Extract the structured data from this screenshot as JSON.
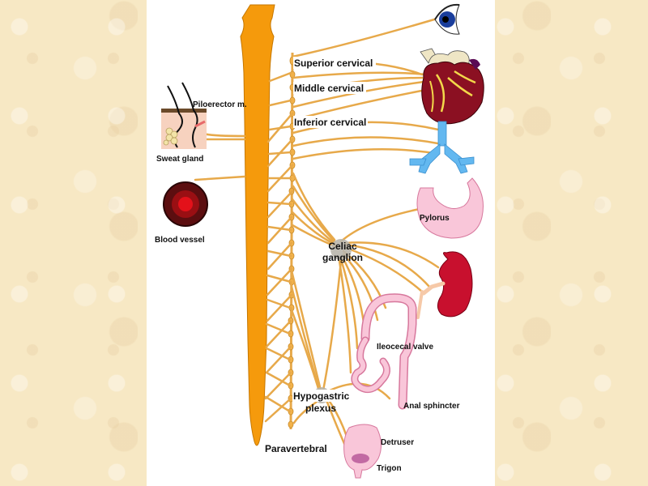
{
  "labels": {
    "superior_cervical": "Superior cervical",
    "middle_cervical": "Middle cervical",
    "inferior_cervical": "Inferior cervical",
    "celiac_line1": "Celiac",
    "celiac_line2": "ganglion",
    "hypogastric_line1": "Hypogastric",
    "hypogastric_line2": "plexus",
    "paravertebral": "Paravertebral",
    "piloerector": "Piloerector m.",
    "sweat_gland": "Sweat gland",
    "blood_vessel": "Blood vessel",
    "pylorus": "Pylorus",
    "ileocecal_valve": "Ileocecal valve",
    "anal_sphincter": "Anal sphincter",
    "detruser": "Detruser",
    "trigon": "Trigon"
  },
  "colors": {
    "nerve": "#f59a0c",
    "nerve_fiber": "#e7a94a",
    "ganglion": "#b9b6ad",
    "heart": "#8b1022",
    "kidney": "#c8102e",
    "stomach": "#f9c6d9",
    "lungs": "#63b8f0",
    "page_background": "#f7e8c4"
  }
}
